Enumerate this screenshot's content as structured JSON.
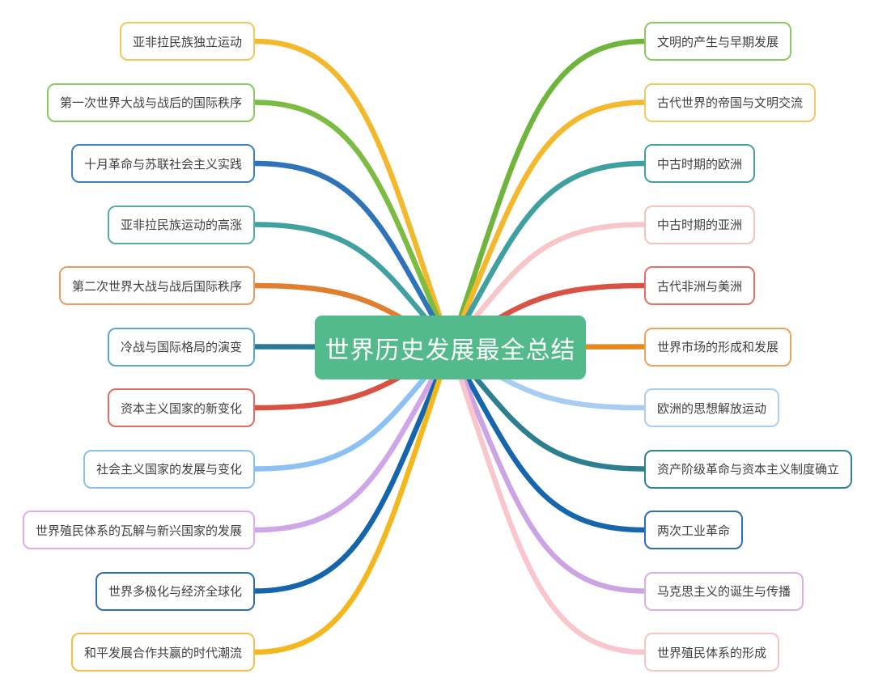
{
  "canvas": {
    "background": "#FFFFFF"
  },
  "center": {
    "label": "世界历史发展最全总结",
    "fill": "#52BA8B",
    "text_color": "#FFFFFF"
  },
  "branches": {
    "left": [
      {
        "label": "亚非拉民族独立运动",
        "border": "#F3C85A",
        "line": "#F3B82C"
      },
      {
        "label": "第一次世界大战与战后的国际秩序",
        "border": "#8FC764",
        "line": "#7CBC42"
      },
      {
        "label": "十月革命与苏联社会主义实践",
        "border": "#3B80C0",
        "line": "#2F74B8"
      },
      {
        "label": "亚非拉民族运动的高涨",
        "border": "#57ACA9",
        "line": "#41A1A0"
      },
      {
        "label": "第二次世界大战与战后国际秩序",
        "border": "#E79E60",
        "line": "#E07F2F"
      },
      {
        "label": "冷战与国际格局的演变",
        "border": "#57A7CE",
        "line": "#27799B"
      },
      {
        "label": "资本主义国家的新变化",
        "border": "#E16C5F",
        "line": "#D95241"
      },
      {
        "label": "社会主义国家的发展与变化",
        "border": "#8AC0F2",
        "line": "#8CC1F5"
      },
      {
        "label": "世界殖民体系的瓦解与新兴国家的发展",
        "border": "#DCAEEB",
        "line": "#CFA6E8"
      },
      {
        "label": "世界多极化与经济全球化",
        "border": "#2D6FB0",
        "line": "#1565AD"
      },
      {
        "label": "和平发展合作共赢的时代潮流",
        "border": "#F2BF4D",
        "line": "#F4B71D"
      }
    ],
    "right": [
      {
        "label": "文明的产生与早期发展",
        "border": "#8FC764",
        "line": "#70B53B"
      },
      {
        "label": "古代世界的帝国与文明交流",
        "border": "#F2CA63",
        "line": "#F3B82C"
      },
      {
        "label": "中古时期的欧洲",
        "border": "#46A0A3",
        "line": "#3FA0A0"
      },
      {
        "label": "中古时期的亚洲",
        "border": "#F6C1C1",
        "line": "#F8C6C9"
      },
      {
        "label": "古代非洲与美洲",
        "border": "#DF7265",
        "line": "#D95345"
      },
      {
        "label": "世界市场的形成和发展",
        "border": "#EBA45D",
        "line": "#E8871C"
      },
      {
        "label": "欧洲的思想解放运动",
        "border": "#ACCEF1",
        "line": "#A9CCF2"
      },
      {
        "label": "资产阶级革命与资本主义制度确立",
        "border": "#2F8496",
        "line": "#2B7F8E"
      },
      {
        "label": "两次工业革命",
        "border": "#2F70B1",
        "line": "#1666AE"
      },
      {
        "label": "马克思主义的诞生与传播",
        "border": "#DAB0E9",
        "line": "#CCA4E4"
      },
      {
        "label": "世界殖民体系的形成",
        "border": "#F6C5C8",
        "line": "#F8C6CC"
      }
    ]
  }
}
